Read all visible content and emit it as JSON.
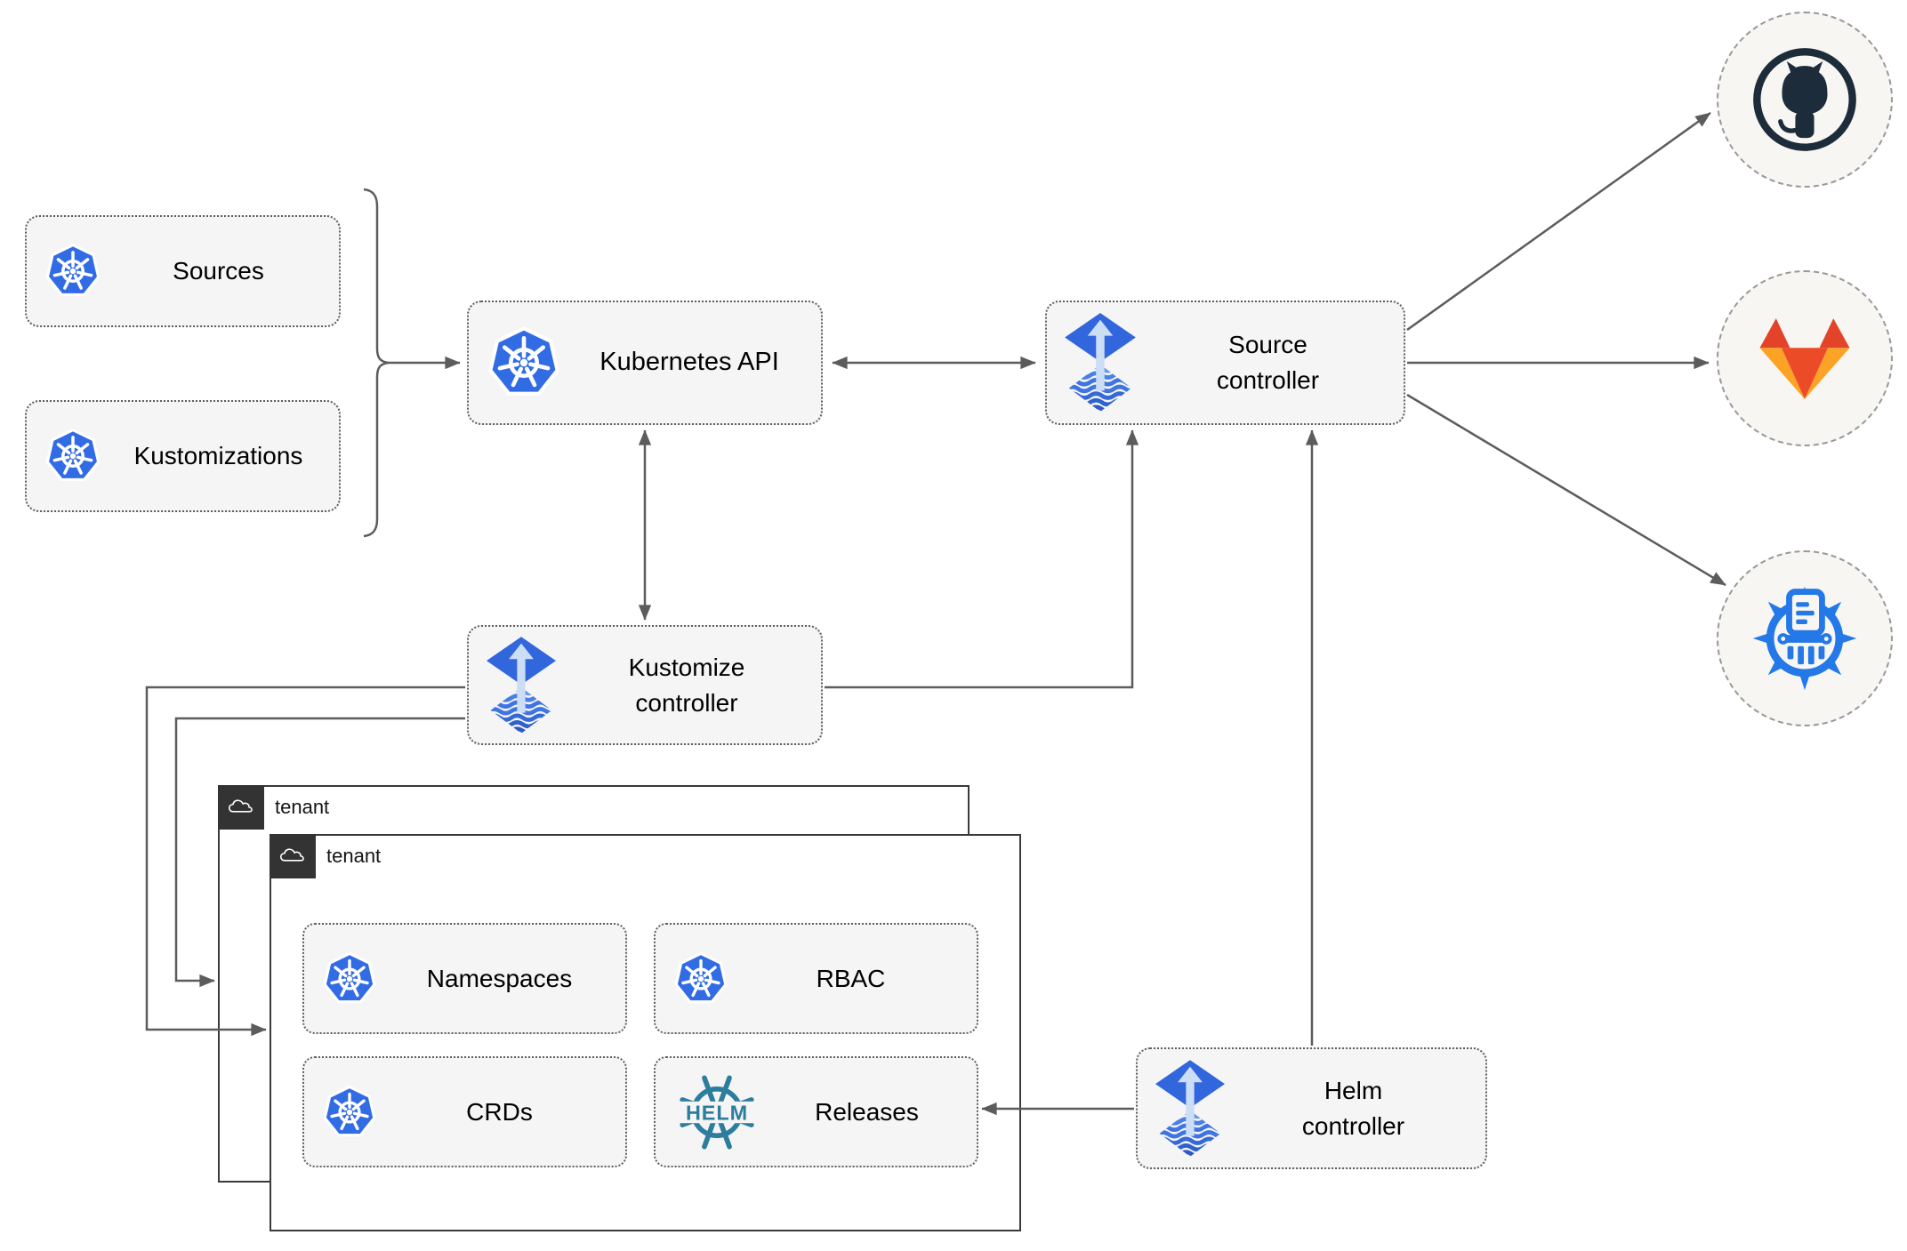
{
  "nodes": {
    "sources": {
      "label": "Sources",
      "icon": "kubernetes-logo"
    },
    "kustomizations": {
      "label": "Kustomizations",
      "icon": "kubernetes-logo"
    },
    "kubernetes_api": {
      "label": "Kubernetes API",
      "icon": "kubernetes-logo"
    },
    "source_controller": {
      "line1": "Source",
      "line2": "controller",
      "icon": "flux-logo"
    },
    "kustomize_controller": {
      "line1": "Kustomize",
      "line2": "controller",
      "icon": "flux-logo"
    },
    "helm_controller": {
      "line1": "Helm",
      "line2": "controller",
      "icon": "flux-logo"
    },
    "namespaces": {
      "label": "Namespaces",
      "icon": "kubernetes-logo"
    },
    "rbac": {
      "label": "RBAC",
      "icon": "kubernetes-logo"
    },
    "crds": {
      "label": "CRDs",
      "icon": "kubernetes-logo"
    },
    "releases": {
      "label": "Releases",
      "icon": "helm-logo",
      "logo_text": "HELM"
    }
  },
  "tenants": {
    "outer": {
      "label": "tenant",
      "icon": "cloud-icon"
    },
    "inner": {
      "label": "tenant",
      "icon": "cloud-icon"
    }
  },
  "external_targets": {
    "github": {
      "icon": "github-logo"
    },
    "gitlab": {
      "icon": "gitlab-logo"
    },
    "chart_repository": {
      "icon": "chartmuseum-logo"
    }
  },
  "colors": {
    "kubernetes_blue": "#326CE5",
    "flux_blue": "#3166dd",
    "flux_arrow_light": "#ccddf6",
    "helm_teal": "#2c7d9e",
    "chartmuseum_blue": "#2478e8",
    "github_dark": "#1d2c3a",
    "gitlab_red": "#e24329",
    "gitlab_orange": "#ec4b27",
    "gitlab_amber": "#fca326",
    "connector_gray": "#5c5c5c",
    "node_fill": "#f5f5f5",
    "tenant_header": "#333333"
  }
}
